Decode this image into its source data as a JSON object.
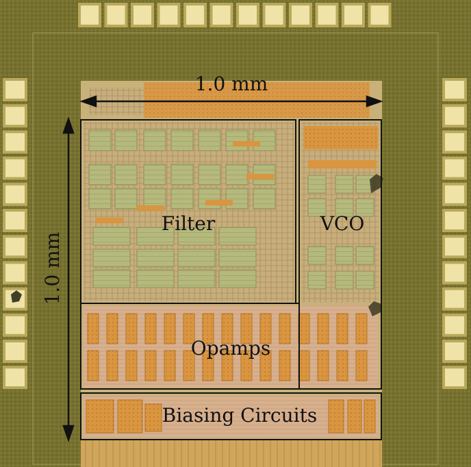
{
  "labels": {
    "width_dim": "1.0 mm",
    "height_dim": "1.0 mm",
    "filter": "Filter",
    "vco": "VCO",
    "opamps": "Opamps",
    "biasing": "Biasing Circuits"
  },
  "colors": {
    "substrate": "#7a7432",
    "pad": "#efe3a8",
    "pad_ring": "#b9a95a",
    "core": "#c9b27a",
    "metal_green": "#b7bc7e",
    "metal_orange": "#d9953f",
    "outline": "#111111"
  }
}
